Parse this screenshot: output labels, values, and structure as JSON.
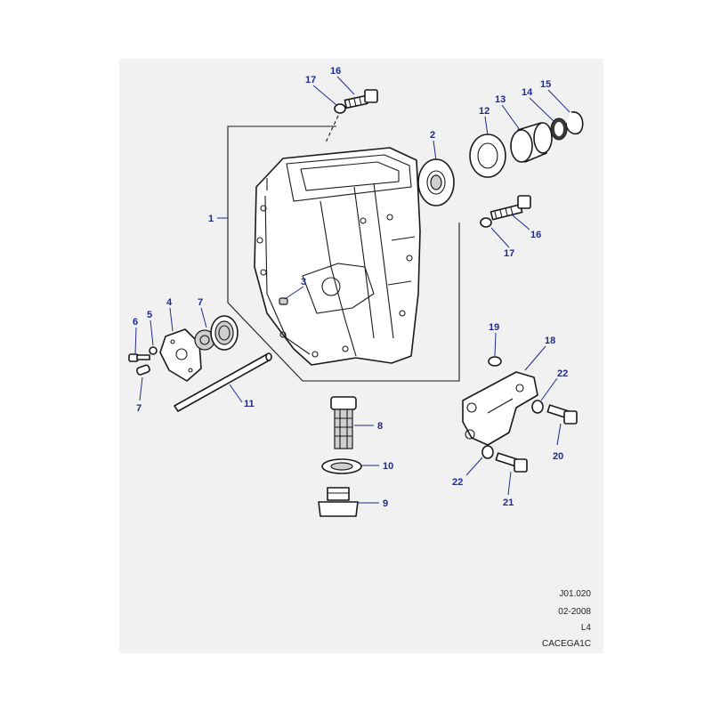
{
  "callouts": {
    "c1": "1",
    "c2": "2",
    "c3": "3",
    "c4": "4",
    "c5": "5",
    "c6": "6",
    "c7a": "7",
    "c7b": "7",
    "c8": "8",
    "c9": "9",
    "c10": "10",
    "c11": "11",
    "c12": "12",
    "c13": "13",
    "c14": "14",
    "c15": "15",
    "c16a": "16",
    "c16b": "16",
    "c17a": "17",
    "c17b": "17",
    "c18": "18",
    "c19": "19",
    "c20": "20",
    "c21": "21",
    "c22a": "22",
    "c22b": "22"
  },
  "info": {
    "ref": "J01.020",
    "date": "02-2008",
    "level": "L4",
    "code": "CACEGA1C"
  }
}
